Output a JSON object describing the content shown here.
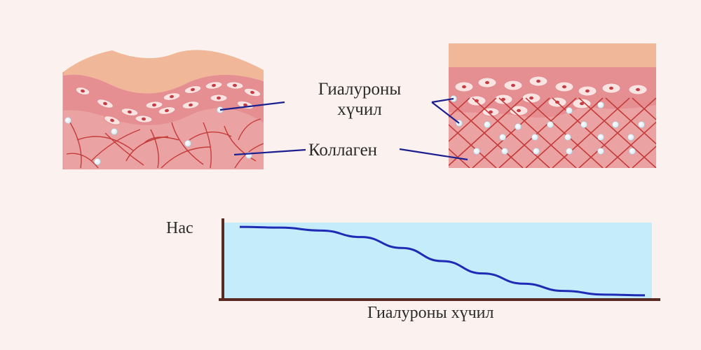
{
  "labels": {
    "hyaluronic_line1": "Гиалуроны",
    "hyaluronic_line2": "хүчил",
    "collagen": "Коллаген"
  },
  "chart_data": {
    "type": "line",
    "title": "",
    "xlabel": "Гиалуроны хүчил",
    "ylabel": "Нас",
    "xlim": [
      0,
      1
    ],
    "ylim": [
      0,
      1
    ],
    "grid": false,
    "series": [
      {
        "x": [
          0.0,
          0.1,
          0.2,
          0.3,
          0.4,
          0.5,
          0.6,
          0.7,
          0.8,
          0.9,
          1.0
        ],
        "values": [
          0.97,
          0.96,
          0.92,
          0.83,
          0.68,
          0.5,
          0.33,
          0.19,
          0.09,
          0.04,
          0.03
        ]
      }
    ]
  },
  "colors": {
    "background": "#fbf2ef",
    "epidermis": "#f0b898",
    "dermis": "#eba2a3",
    "dermis_upper": "#e4888e",
    "fiber": "#c43c3a",
    "pointer_line": "#1b1f8f",
    "curve": "#1f2bb5",
    "chart_fill": "#c4ecfb",
    "axis": "#5a2a22"
  }
}
